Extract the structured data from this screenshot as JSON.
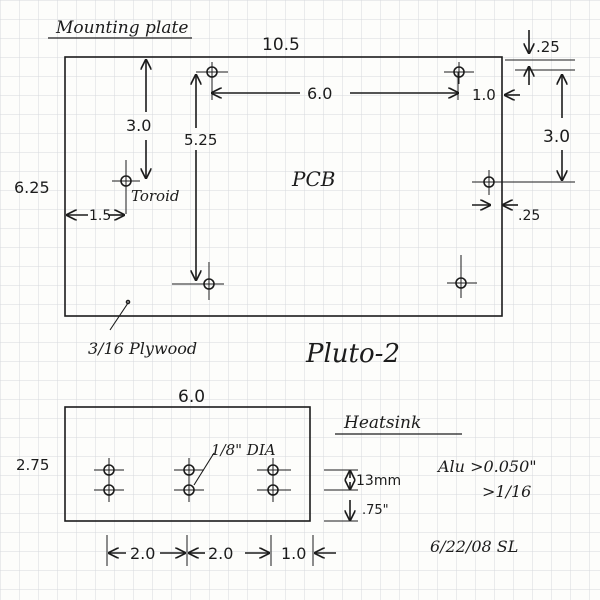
{
  "mounting": {
    "title": "Mounting plate",
    "width_dim": "10.5",
    "height_dim": "6.25",
    "top_offset": ".25",
    "spacing_h": "6.0",
    "edge_right": "1.0",
    "right_v": "3.0",
    "left_v": "3.0",
    "center_v": "5.25",
    "pcb_label": "PCB",
    "toroid_label": "Toroid",
    "toroid_h": "1.5",
    "side_offset": ".25",
    "material": "3/16 Plywood",
    "project": "Pluto-2"
  },
  "heatsink": {
    "title": "Heatsink",
    "width_dim": "6.0",
    "height_dim": "2.75",
    "hole_label": "1/8\" DIA",
    "spacing_mm": "13mm",
    "offset_in": ".75\"",
    "material_note1": "Alu >0.050\"",
    "material_note2": ">1/16",
    "spacing1": "2.0",
    "spacing2": "2.0",
    "spacing3": "1.0",
    "date_sig": "6/22/08 SL"
  },
  "colors": {
    "ink": "#1c1c1c",
    "grid": "#d6d9de",
    "paper": "#fdfdfb"
  }
}
